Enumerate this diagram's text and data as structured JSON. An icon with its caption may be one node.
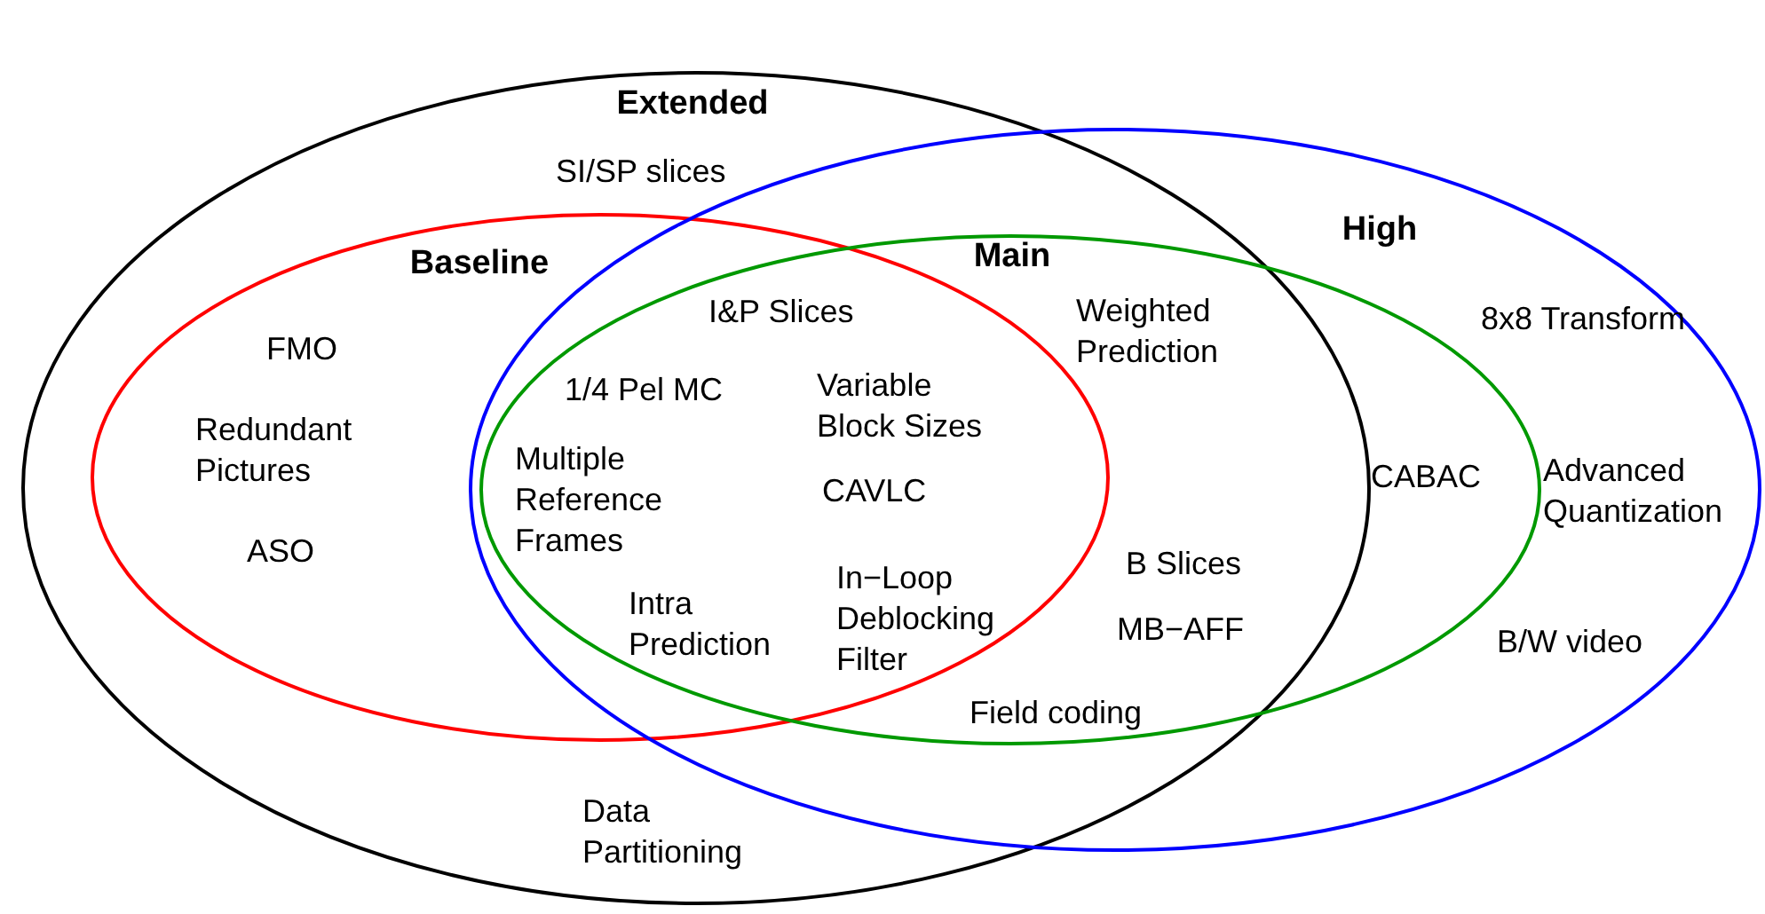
{
  "diagram": {
    "nodes": [
      {
        "text": [
          "Extended"
        ]
      },
      {
        "text": [
          "High"
        ]
      },
      {
        "text": [
          "Baseline"
        ],
        "in": 0
      },
      {
        "text": [
          "Main"
        ],
        "in": 1
      }
    ],
    "labels": [
      "SI/SP slices",
      "I&P Slices",
      "Weighted Prediction",
      "8x8 Transform",
      "FMO",
      "1/4 Pel MC",
      "Variable Block Sizes",
      "Redundant Pictures",
      "Multiple Reference Frames",
      "CAVLC",
      "CABAC",
      "Advanced Quantization",
      "ASO",
      "B Slices",
      "Intra Prediction",
      "In−Loop Deblocking Filter",
      "MB−AFF",
      "B/W video",
      "Field coding",
      "Data Partitioning"
    ]
  }
}
